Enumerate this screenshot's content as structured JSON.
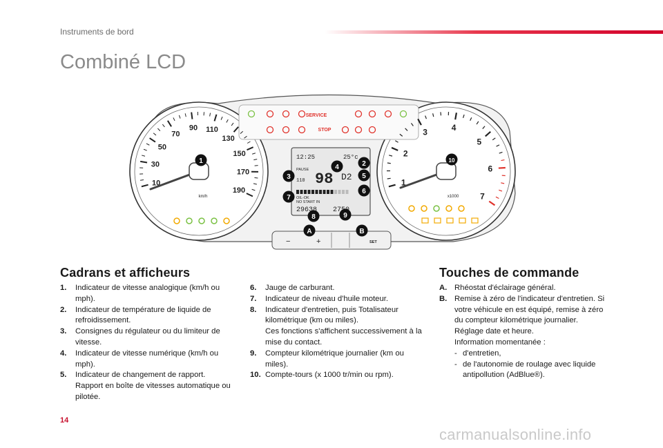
{
  "header": {
    "section": "Instruments de bord",
    "title": "Combiné LCD"
  },
  "colors": {
    "accent": "#d3002a",
    "title_gray": "#8a8a8a"
  },
  "cluster": {
    "speed_labels": [
      "10",
      "30",
      "50",
      "70",
      "90",
      "110",
      "130",
      "150",
      "170",
      "190"
    ],
    "speed_unit": "km/h",
    "rpm_labels": [
      "1",
      "2",
      "3",
      "4",
      "5",
      "6",
      "7"
    ],
    "rpm_unit": "x1000",
    "warning_service": "SERVICE",
    "warning_stop": "STOP",
    "lcd": {
      "clock": "12:25",
      "temperature": "25°c",
      "pause": "PAUSE",
      "digital_speed": "98",
      "speed_small": "110",
      "gear": "D2",
      "oil_ok": "OIL-OK",
      "no_start": "NO START IN",
      "odometer": "29638",
      "trip": "2750"
    },
    "callouts": [
      "1",
      "2",
      "3",
      "4",
      "5",
      "6",
      "7",
      "8",
      "9",
      "10",
      "A",
      "B"
    ],
    "buttons": {
      "minus": "−",
      "plus": "+",
      "set": "SET"
    }
  },
  "sections": {
    "displays_title": "Cadrans et afficheurs",
    "controls_title": "Touches de commande"
  },
  "list_left": [
    {
      "num": "1.",
      "text": "Indicateur de vitesse analogique (km/h ou mph)."
    },
    {
      "num": "2.",
      "text": "Indicateur de température de liquide de refroidissement."
    },
    {
      "num": "3.",
      "text": "Consignes du régulateur ou du limiteur de vitesse."
    },
    {
      "num": "4.",
      "text": "Indicateur de vitesse numérique (km/h ou mph)."
    },
    {
      "num": "5.",
      "text": "Indicateur de changement de rapport. Rapport en boîte de vitesses automatique ou pilotée."
    }
  ],
  "list_mid": [
    {
      "num": "6.",
      "text": "Jauge de carburant."
    },
    {
      "num": "7.",
      "text": "Indicateur de niveau d'huile moteur."
    },
    {
      "num": "8.",
      "text": "Indicateur d'entretien, puis Totalisateur kilométrique (km ou miles).",
      "extra": "Ces fonctions s'affichent successivement à la mise du contact."
    },
    {
      "num": "9.",
      "text": "Compteur kilométrique journalier (km ou miles)."
    },
    {
      "num": "10.",
      "text": "Compte-tours (x 1000 tr/min ou rpm)."
    }
  ],
  "list_right": [
    {
      "num": "A.",
      "text": "Rhéostat d'éclairage général."
    },
    {
      "num": "B.",
      "text": "Remise à zéro de l'indicateur d'entretien. Si votre véhicule en est équipé, remise à zéro du compteur kilométrique journalier.",
      "extra1": "Réglage date et heure.",
      "extra2": "Information momentanée :"
    }
  ],
  "dash_items": [
    "d'entretien,",
    "de l'autonomie de roulage avec liquide antipollution (AdBlue®)."
  ],
  "footer": {
    "page_number": "14",
    "watermark": "carmanualsonline.info"
  }
}
